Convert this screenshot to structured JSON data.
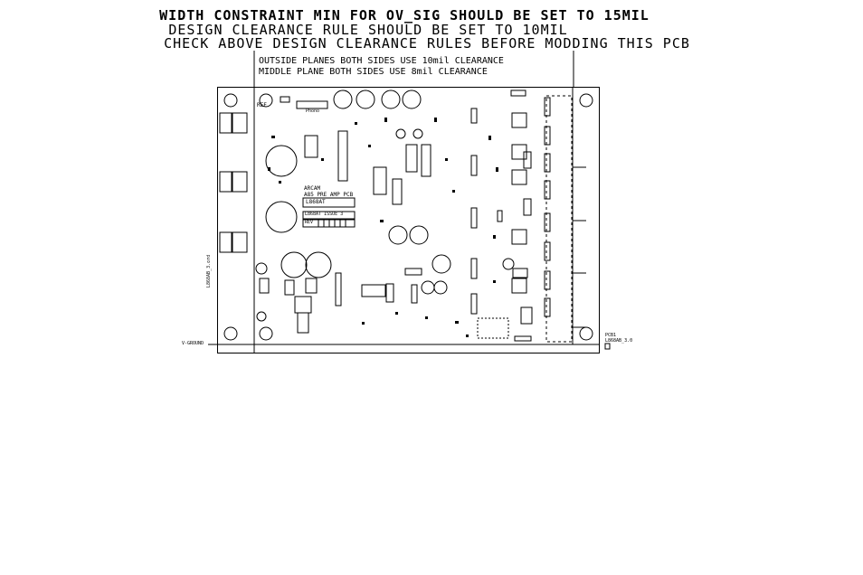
{
  "header": {
    "line1": "WIDTH CONSTRAINT  MIN FOR OV_SIG SHOULD BE SET TO 15MIL",
    "line2": "DESIGN CLEARANCE RULE SHOULD BE SET TO 10MIL",
    "line3": "CHECK ABOVE DESIGN CLEARANCE RULES BEFORE MODDING THIS PCB"
  },
  "notes": {
    "outside": "OUTSIDE PLANES BOTH SIDES USE 10mil CLEARANCE",
    "middle": "MIDDLE  PLANE BOTH SIDES USE 8mil CLEARANCE"
  },
  "board": {
    "ref_label": "REF",
    "phono_label": "Phono",
    "brand": "ARCAM",
    "product": "A85 PRE AMP PCB",
    "part_box_1": "L868AT",
    "part_box_2": "L868AT ISSUE 3",
    "rev_label": "REV",
    "side_label": "L868AB_3.ord",
    "net_label": "V-GROUND",
    "pcb_ref": "PCB1",
    "pcb_part": "L868AB_3.0"
  }
}
